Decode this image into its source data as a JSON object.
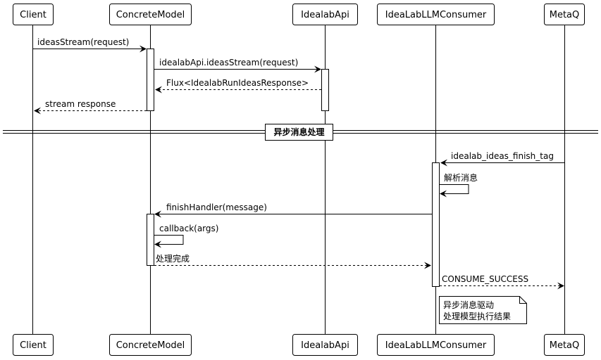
{
  "participants": {
    "client": "Client",
    "concrete_model": "ConcreteModel",
    "idealab_api": "IdealabApi",
    "consumer": "IdeaLabLLMConsumer",
    "metaq": "MetaQ"
  },
  "messages": {
    "m1": "ideasStream(request)",
    "m2": "idealabApi.ideasStream(request)",
    "m3": "Flux<IdealabRunIdeasResponse>",
    "m4": "stream response",
    "m5": "idealab_ideas_finish_tag",
    "m6": "解析消息",
    "m7": "finishHandler(message)",
    "m8": "callback(args)",
    "m9": "处理完成",
    "m10": "CONSUME_SUCCESS"
  },
  "divider": {
    "label": "异步消息处理"
  },
  "note": {
    "line1": "异步消息驱动",
    "line2": "处理模型执行结果"
  }
}
